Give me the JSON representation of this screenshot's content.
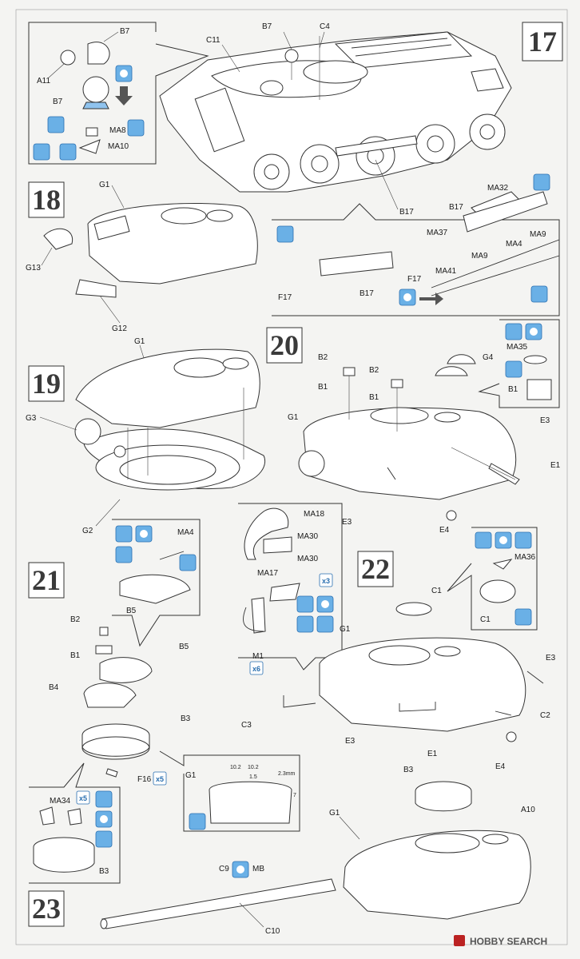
{
  "steps": [
    "17",
    "18",
    "19",
    "20",
    "21",
    "22",
    "23"
  ],
  "labels": {
    "s17": [
      "B7",
      "C11",
      "B7",
      "C4",
      "A11",
      "B7",
      "MA8",
      "MA10",
      "B17"
    ],
    "s18": [
      "G1",
      "G13",
      "G12"
    ],
    "s18sub": [
      "MA32",
      "B17",
      "MA37",
      "MA9",
      "MA4",
      "MA41",
      "MA9",
      "F17",
      "F17",
      "B17"
    ],
    "s19": [
      "G1",
      "G3",
      "G2"
    ],
    "s20": [
      "B2",
      "B1",
      "B2",
      "B1",
      "G4",
      "G1",
      "E3",
      "E1",
      "E3",
      "E4"
    ],
    "s20sub": [
      "MA35",
      "B1"
    ],
    "s21": [
      "MA4",
      "B5",
      "B2",
      "B1",
      "B5",
      "B4",
      "B3",
      "F16"
    ],
    "s21sub": [
      "MA34",
      "B3"
    ],
    "s21mid": [
      "MA18",
      "MA30",
      "MA30",
      "MA17",
      "M1"
    ],
    "s22": [
      "C1",
      "G1",
      "E3",
      "C2",
      "E4",
      "E1",
      "E3",
      "C3"
    ],
    "s22sub": [
      "MA36",
      "C1"
    ],
    "s23": [
      "B3",
      "A10",
      "G1",
      "C9",
      "MB",
      "C10"
    ],
    "dims": [
      "10.2",
      "10.2",
      "1.5",
      "2.3mm",
      "7",
      "G1"
    ]
  },
  "multipliers": [
    "x3",
    "x6",
    "x5",
    "x5"
  ],
  "icons": [
    "cement-icon",
    "paint-icon",
    "flip-icon",
    "photoetch-icon",
    "bend-icon",
    "arrow-down-icon"
  ],
  "watermark": "HOBBY SEARCH",
  "colors": {
    "icon_fill": "#6ab0e6",
    "icon_stroke": "#2a6fb0",
    "line": "#333333"
  }
}
